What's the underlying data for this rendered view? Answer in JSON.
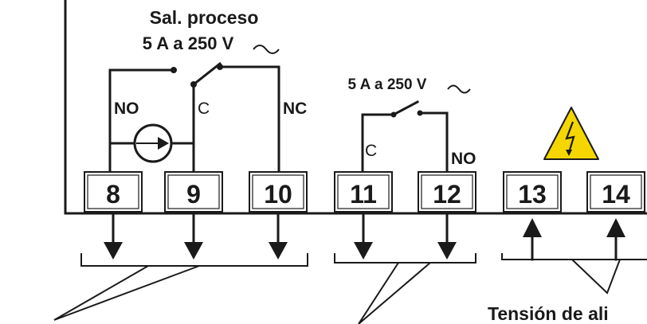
{
  "relay1": {
    "title": "Sal. proceso",
    "rating": "5 A a 250 V",
    "label_no": "NO",
    "label_c": "C",
    "label_nc": "NC"
  },
  "relay2": {
    "rating": "5 A a 250 V",
    "label_c": "C",
    "label_no": "NO"
  },
  "ac_symbol": "~",
  "terminals": [
    "8",
    "9",
    "10",
    "11",
    "12",
    "13",
    "14"
  ],
  "supply_label": "Tensión de ali",
  "icons": {
    "pump": "pump-icon",
    "warning": "high-voltage-warning-icon"
  },
  "colors": {
    "line": "#1a1a1a",
    "warning_yellow": "#f5d600"
  }
}
